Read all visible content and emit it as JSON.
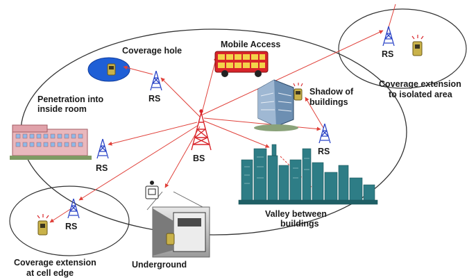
{
  "labels": {
    "coverage_hole": "Coverage hole",
    "mobile_access": "Mobile Access",
    "coverage_ext_isolated_1": "Coverage extension",
    "coverage_ext_isolated_2": "to isolated area",
    "penetration_1": "Penetration into",
    "penetration_2": "inside room",
    "shadow_1": "Shadow of",
    "shadow_2": "buildings",
    "valley_1": "Valley between",
    "valley_2": "buildings",
    "underground": "Underground",
    "coverage_ext_edge_1": "Coverage extension",
    "coverage_ext_edge_2": "at cell edge",
    "bs": "BS",
    "rs": "RS"
  },
  "colors": {
    "relay_link": "#e0413a",
    "rs_tower": "#2a43c6",
    "bs_tower": "#d8242a",
    "hole": "#1f5fd6",
    "building_teal": "#2e7d86",
    "phone": "#c9b24a"
  }
}
